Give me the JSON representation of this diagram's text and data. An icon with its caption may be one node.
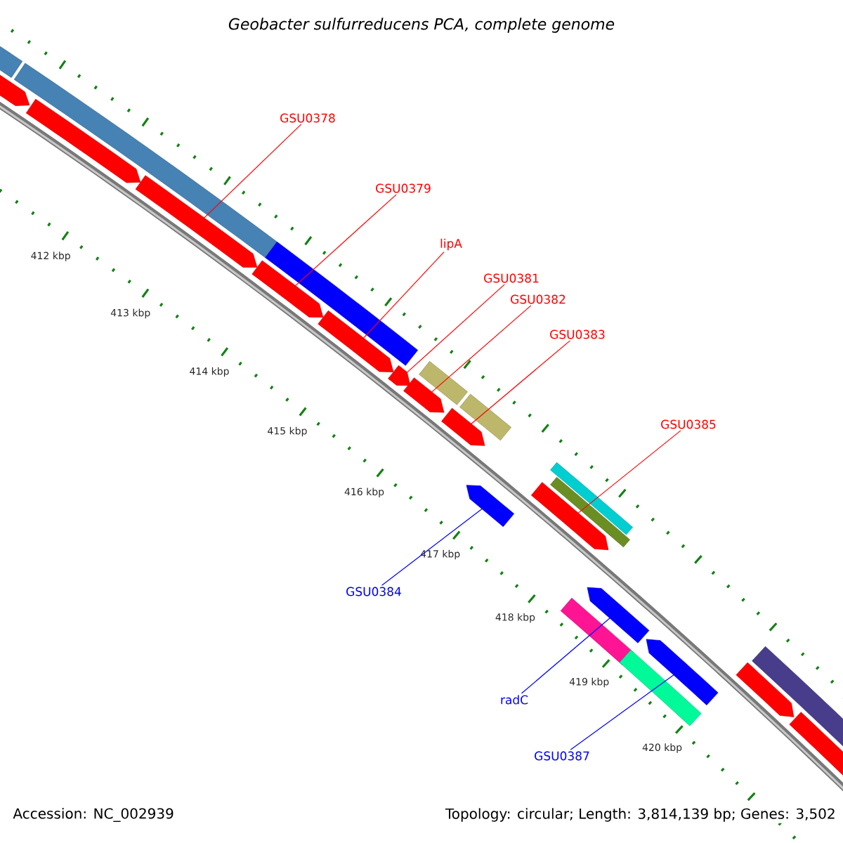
{
  "diagram": {
    "title": "Geobacter sulfurreducens PCA, complete genome",
    "nodes": [
      {
        "text": [
          "GSU0378"
        ]
      },
      {
        "text": [
          "GSU0379"
        ]
      },
      {
        "text": [
          "lipA"
        ]
      },
      {
        "text": [
          "GSU0381"
        ]
      },
      {
        "text": [
          "GSU0382"
        ]
      },
      {
        "text": [
          "GSU0383"
        ]
      },
      {
        "text": [
          "GSU0385"
        ]
      },
      {
        "text": [
          "GSU0384"
        ]
      },
      {
        "text": [
          "radC"
        ]
      },
      {
        "text": [
          "GSU0387"
        ]
      },
      {
        "text": [],
        "shape": "bar"
      },
      {
        "text": [],
        "shape": "bar"
      },
      {
        "text": [],
        "shape": "bar"
      },
      {
        "text": [],
        "shape": "bar"
      },
      {
        "text": [],
        "shape": "bar"
      },
      {
        "text": [],
        "shape": "bar"
      },
      {
        "text": [],
        "shape": "bar"
      },
      {
        "text": [],
        "shape": "bar"
      },
      {
        "text": [],
        "shape": "bar"
      },
      {
        "text": [],
        "shape": "bar"
      },
      {
        "text": [],
        "shape": "bar"
      },
      {
        "text": [],
        "shape": "bar"
      },
      {
        "text": [],
        "shape": "bar"
      },
      {
        "text": [],
        "shape": "bar"
      }
    ],
    "edges": [
      {
        "from": 0,
        "to": 10,
        "arrow": "none"
      },
      {
        "from": 1,
        "to": 11,
        "arrow": "none"
      },
      {
        "from": 2,
        "to": 12,
        "arrow": "none"
      },
      {
        "from": 3,
        "to": 13,
        "arrow": "none"
      },
      {
        "from": 4,
        "to": 14,
        "arrow": "none"
      },
      {
        "from": 5,
        "to": 15,
        "arrow": "none"
      },
      {
        "from": 6,
        "to": 16,
        "arrow": "none"
      },
      {
        "from": 7,
        "to": 17,
        "arrow": "none",
        "color": "#0000ff"
      },
      {
        "from": 8,
        "to": 18,
        "arrow": "none",
        "color": "#0000ff"
      },
      {
        "from": 9,
        "to": 19,
        "arrow": "none",
        "color": "#0000ff"
      }
    ],
    "labels": [
      "412 kbp",
      "413 kbp",
      "414 kbp",
      "415 kbp",
      "416 kbp",
      "417 kbp",
      "418 kbp",
      "419 kbp",
      "420 kbp",
      "Accession: NC_002939",
      "Topology: circular; Length: 3,814,139 bp; Genes: 3,502"
    ]
  }
}
